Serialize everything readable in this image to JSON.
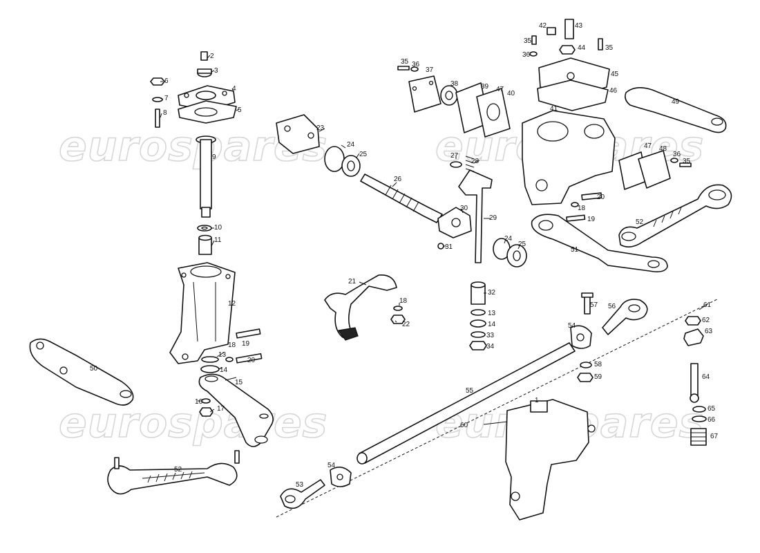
{
  "watermark": {
    "text": "eurospares"
  },
  "callouts": {
    "c1": "1",
    "c2": "2",
    "c3": "3",
    "c4": "4",
    "c5": "5",
    "c6": "6",
    "c7": "7",
    "c8": "8",
    "c9": "9",
    "c10": "10",
    "c11": "11",
    "c12": "12",
    "c13": "13",
    "c14": "14",
    "c15": "15",
    "c16": "16",
    "c17": "17",
    "c18": "18",
    "c19": "19",
    "c20": "20",
    "c21": "21",
    "c22": "22",
    "c23": "23",
    "c24": "24",
    "c25": "25",
    "c26": "26",
    "c27": "27",
    "c28": "28",
    "c29": "29",
    "c30": "30",
    "c31": "31",
    "c32": "32",
    "c33": "33",
    "c34": "34",
    "c35": "35",
    "c36": "36",
    "c37": "37",
    "c38": "38",
    "c39": "39",
    "c40": "40",
    "c41": "41",
    "c42": "42",
    "c43": "43",
    "c44": "44",
    "c45": "45",
    "c46": "46",
    "c47": "47",
    "c48": "48",
    "c49": "49",
    "c50": "50",
    "c51": "51",
    "c52": "52",
    "c53": "53",
    "c54": "54",
    "c55": "55",
    "c56": "56",
    "c57": "57",
    "c58": "58",
    "c59": "59",
    "c60": "60",
    "c61": "61",
    "c62": "62",
    "c63": "63",
    "c64": "64",
    "c65": "65",
    "c66": "66",
    "c67": "67"
  }
}
